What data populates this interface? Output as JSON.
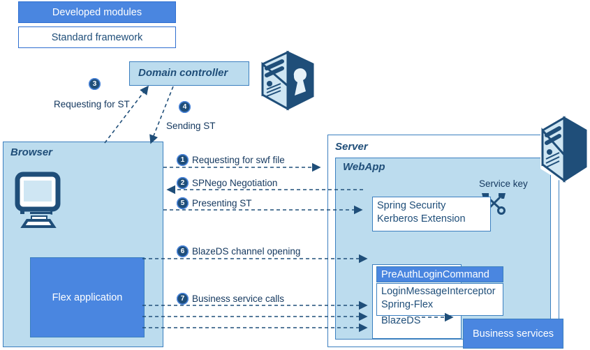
{
  "legend": {
    "developed_modules": "Developed modules",
    "standard_framework": "Standard framework"
  },
  "colors": {
    "accent_blue": "#4a86e0",
    "zone_fill": "#bcdcee",
    "border_blue": "#3b7fbf",
    "text_navy": "#1f4e79",
    "white": "#ffffff"
  },
  "zones": {
    "domain_controller": "Domain controller",
    "browser": "Browser",
    "server": "Server",
    "webapp": "WebApp"
  },
  "browser": {
    "monitor_icon": "monitor-icon",
    "flex_application": "Flex application"
  },
  "webapp": {
    "service_key_label": "Service key",
    "service_key_icon": "crossed-keys-icon",
    "spring_security": "Spring Security\nKerberos Extension",
    "spring_security_line1": "Spring Security",
    "spring_security_line2": "Kerberos Extension",
    "preauth_login_command": "PreAuthLoginCommand",
    "login_message_interceptor_line1": "LoginMessageInterceptor",
    "login_message_interceptor_line2": "Spring-Flex",
    "blazeds": "BlazeDS",
    "business_services": "Business services"
  },
  "icons": {
    "domain_controller_server": "server-tower-lock-icon",
    "server_tower": "server-tower-icon"
  },
  "steps": [
    {
      "number": "1",
      "label": "Requesting for swf file"
    },
    {
      "number": "2",
      "label": "SPNego Negotiation"
    },
    {
      "number": "3",
      "label": "Requesting for ST"
    },
    {
      "number": "4",
      "label": "Sending ST"
    },
    {
      "number": "5",
      "label": "Presenting ST"
    },
    {
      "number": "6",
      "label": "BlazeDS channel opening"
    },
    {
      "number": "7",
      "label": "Business service calls"
    }
  ]
}
